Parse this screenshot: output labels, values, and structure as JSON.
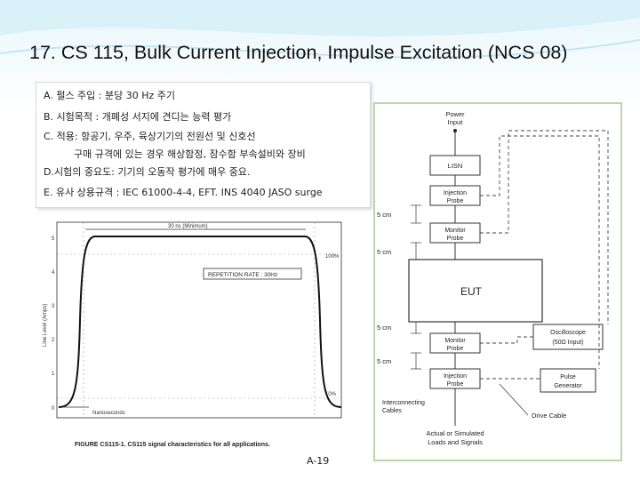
{
  "slide": {
    "title": "17. CS 115, Bulk Current Injection, Impulse Excitation (NCS 08)",
    "notes": [
      "A. 펄스 주입 : 분당 30 Hz 주기",
      "B. 시험목적 : 개폐성 서지에 견디는 능력 평가",
      "C. 적용: 항공기, 우주, 육상기기의 전원선 및 신호선",
      "구매 규격에 있는 경우 해상함정, 잠수함 부속설비와 장비",
      "D.시험의 중요도: 기기의 오동작 평가에 매우 중요.",
      "E. 유사 상용규격 : IEC 61000-4-4, EFT. INS 4040 JASO surge"
    ],
    "page_number": "A-19"
  },
  "waveform_figure": {
    "width_label": "30 ns (Minimum)",
    "rep_rate_label": "REPETITION RATE : 30Hz",
    "pct_100": "100%",
    "pct_10": "10%",
    "y_axis_label": "Line Level (Amps)",
    "y_ticks": [
      "5",
      "4",
      "3",
      "2",
      "1",
      "0"
    ],
    "rise_label": "Nanoseconds",
    "caption": "FIGURE CS115-1. CS115 signal characteristics for all applications."
  },
  "setup_diagram": {
    "power_input": [
      "Power",
      "Input"
    ],
    "lisn": "LISN",
    "injection_probe_top": [
      "Injection",
      "Probe"
    ],
    "monitor_probe_top": [
      "Monitor",
      "Probe"
    ],
    "eut": "EUT",
    "monitor_probe_bottom": [
      "Monitor",
      "Probe"
    ],
    "injection_probe_bottom": [
      "Injection",
      "Probe"
    ],
    "oscilloscope": [
      "Oscilloscope",
      "(50Ω Input)"
    ],
    "pulse_generator": [
      "Pulse",
      "Generator"
    ],
    "spacing": [
      "5 cm",
      "5 cm",
      "5 cm",
      "5 cm"
    ],
    "interconnecting_cables": [
      "Interconnecting",
      "Cables"
    ],
    "drive_cable": "Drive Cable",
    "loads": [
      "Actual or Simulated",
      "Loads and Signals"
    ]
  }
}
